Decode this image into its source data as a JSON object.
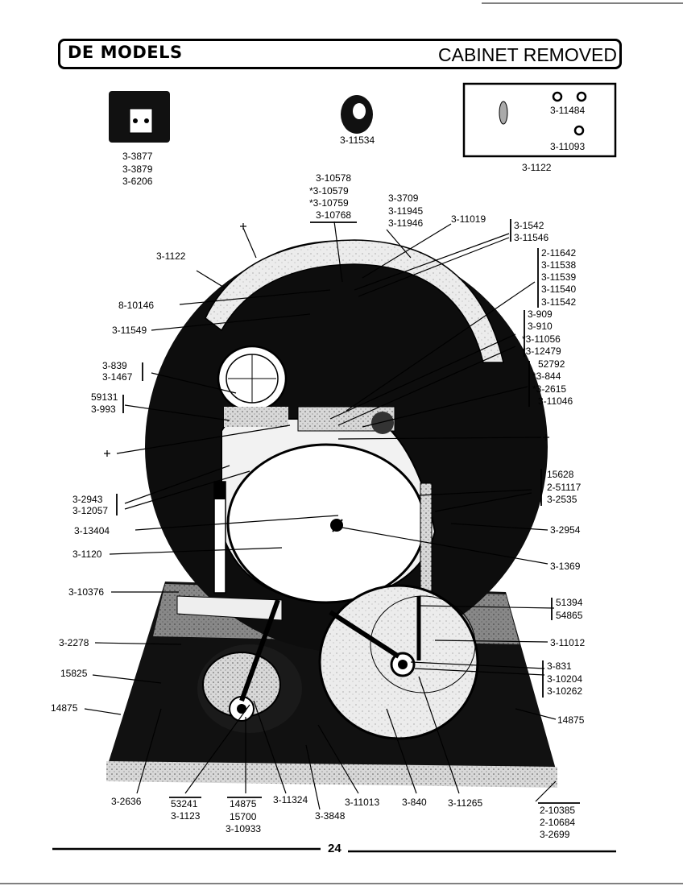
{
  "header": {
    "left_title": "DE MODELS",
    "right_title": "CABINET REMOVED"
  },
  "page_number": "24",
  "callouts": {
    "c01": "3-3877",
    "c02": "3-3879",
    "c03": "3-6206",
    "c04": "3-11534",
    "c05": "3-11484",
    "c06": "3-11093",
    "c07": "3-1122",
    "c08": "3-10578",
    "c09": "*3-10579",
    "c10": "*3-10759",
    "c11": "3-10768",
    "c12": "3-3709",
    "c13": "3-11945",
    "c14": "3-11946",
    "c15": "3-11019",
    "c16": "3-1542",
    "c17": "3-11546",
    "c18": "2-11642",
    "c19": "3-11538",
    "c20": "3-11539",
    "c21": "3-11540",
    "c22": "3-11542",
    "c23": "3-909",
    "c24": "3-910",
    "c25": "*3-11056",
    "c26": "*3-12479",
    "c27": "52792",
    "c28": "*3-844",
    "c29": "*3-2615",
    "c30": "3-11046",
    "c31": "3-1122",
    "c32": "8-10146",
    "c33": "3-11549",
    "c34": "3-839",
    "c35": "3-1467",
    "c36": "59131",
    "c37": "3-993",
    "c38": "15628",
    "c39": "2-51117",
    "c40": "3-2535",
    "c41": "3-2943",
    "c42": "3-12057",
    "c43": "3-13404",
    "c44": "3-2954",
    "c45": "3-1120",
    "c46": "3-1369",
    "c47": "3-10376",
    "c48": "51394",
    "c49": "54865",
    "c50": "3-2278",
    "c51": "3-11012",
    "c52": "15825",
    "c53": "3-831",
    "c54": "3-10204",
    "c55": "3-10262",
    "c56": "14875",
    "c57": "14875",
    "c58": "3-2636",
    "c59": "53241",
    "c60": "3-1123",
    "c61": "14875",
    "c62": "15700",
    "c63": "3-10933",
    "c64": "3-11324",
    "c65": "3-3848",
    "c66": "3-11013",
    "c67": "3-840",
    "c68": "3-11265",
    "c69": "2-10385",
    "c70": "2-10684",
    "c71": "3-2699"
  }
}
